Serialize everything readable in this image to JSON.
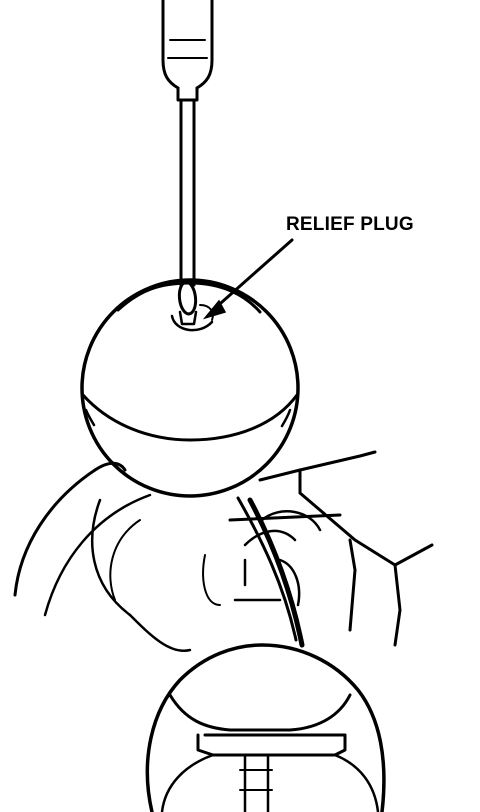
{
  "callouts": {
    "relief_plug": "RELIEF PLUG"
  },
  "colors": {
    "ink": "#000000",
    "paper": "#ffffff"
  },
  "icons": [
    "screwdriver",
    "shift-knob",
    "relief-plug",
    "leader-arrow",
    "shift-lever",
    "boot",
    "detail-magnifier"
  ]
}
